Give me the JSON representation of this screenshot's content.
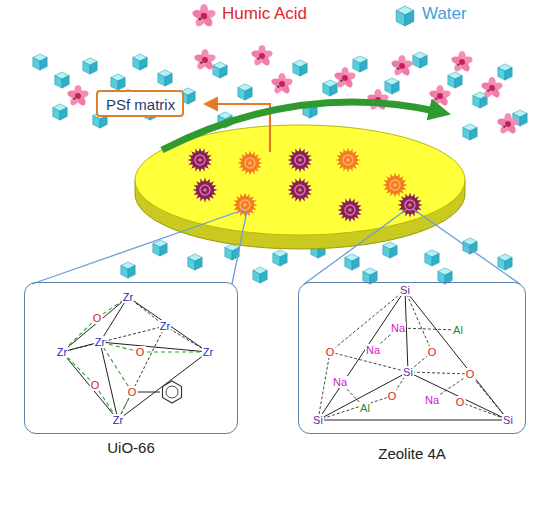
{
  "diagram": {
    "nodes": [
      {
        "text": [
          "PSf matrix"
        ]
      },
      {
        "text": [
          "UiO-66"
        ]
      },
      {
        "text": [
          "Zeolite 4A"
        ]
      }
    ],
    "labels": [
      "Zr",
      "O",
      "Zr",
      "Zr",
      "Zr",
      "O",
      "Zr",
      "O",
      "O",
      "Zr",
      "Si",
      "Na",
      "Al",
      "O",
      "Na",
      "O",
      "Si",
      "O",
      "Na",
      "O",
      "Na",
      "Al",
      "O",
      "Si",
      "Si"
    ],
    "legend": [
      {
        "text": "Humic Acid"
      },
      {
        "text": "Water"
      }
    ]
  }
}
